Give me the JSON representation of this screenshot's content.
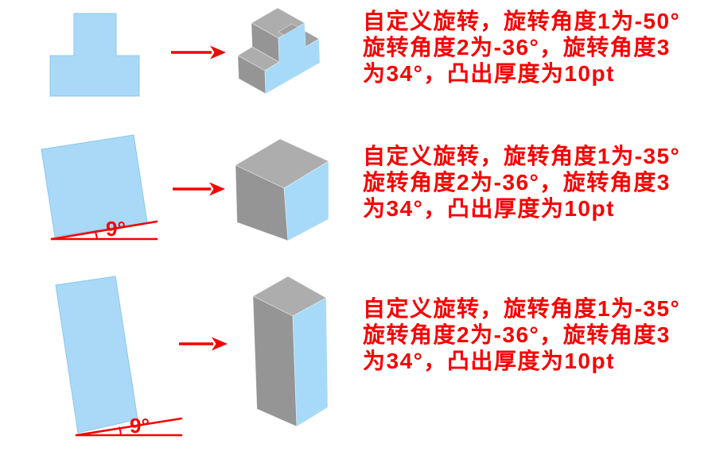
{
  "palette": {
    "background": "#ffffff",
    "shape_blue": "#a9d9f7",
    "face_blue": "#a7daf8",
    "face_top": "#adadad",
    "face_side": "#959595",
    "face_shoulder": "#a0a0a0",
    "red": "#f70000"
  },
  "rows": [
    {
      "caption": {
        "line1": "自定义旋转，旋转角度1为-50°",
        "line2": "旋转角度2为-36°，旋转角度3",
        "line3": "为34°，凸出厚度为10pt"
      }
    },
    {
      "caption": {
        "line1": "自定义旋转，旋转角度1为-35°",
        "line2": "旋转角度2为-36°，旋转角度3",
        "line3": "为34°，凸出厚度为10pt"
      },
      "angle_label": "9°"
    },
    {
      "caption": {
        "line1": "自定义旋转，旋转角度1为-35°",
        "line2": "旋转角度2为-36°，旋转角度3",
        "line3": "为34°，凸出厚度为10pt"
      },
      "angle_label": "9°"
    }
  ]
}
